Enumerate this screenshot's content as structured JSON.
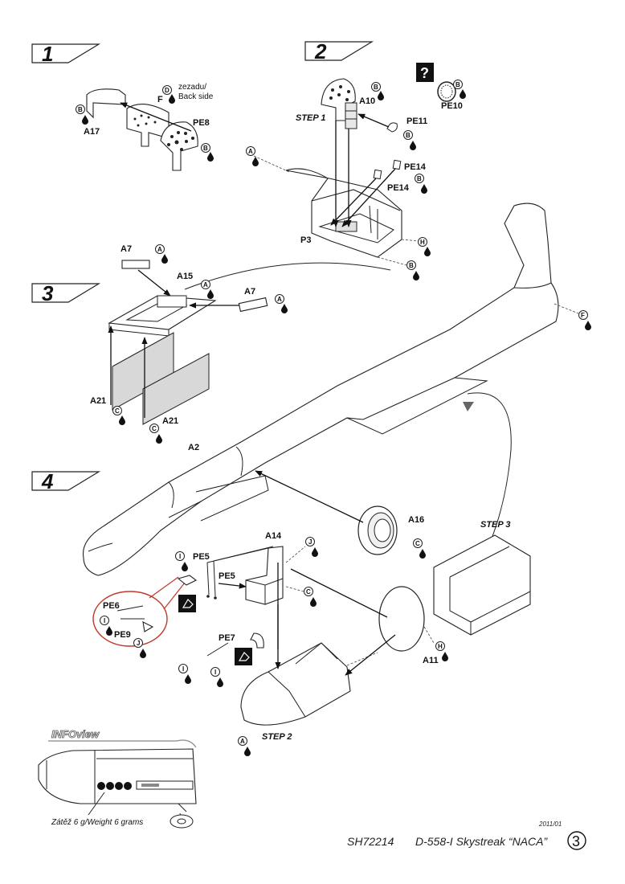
{
  "steps": [
    "1",
    "2",
    "3",
    "4"
  ],
  "step1": {
    "parts": [
      "A17",
      "PE8",
      "F"
    ],
    "note_cz": "zezadu/",
    "note_en": "Back side",
    "paint": [
      "B",
      "D",
      "B"
    ]
  },
  "step2": {
    "sub_step": "STEP 1",
    "parts": [
      "A10",
      "PE11",
      "PE10",
      "PE14",
      "PE14",
      "P3"
    ],
    "paint": [
      "B",
      "B",
      "B",
      "A",
      "B",
      "H",
      "B"
    ],
    "query_mark": "?"
  },
  "step3": {
    "parts": [
      "A7",
      "A15",
      "A7",
      "A21",
      "A21"
    ],
    "paint": [
      "A",
      "A",
      "A",
      "C",
      "C"
    ]
  },
  "step4": {
    "parts": [
      "A2",
      "A16",
      "A14",
      "PE5",
      "PE5",
      "PE6",
      "PE9",
      "PE7",
      "A11"
    ],
    "sub_steps": [
      "STEP 3",
      "STEP 2"
    ],
    "paint": [
      "F",
      "C",
      "J",
      "I",
      "C",
      "I",
      "J",
      "I",
      "H",
      "A"
    ]
  },
  "infoview": {
    "title": "INFOview",
    "caption": "Zátěž 6 g/Weight 6 grams"
  },
  "footer": {
    "code": "SH72214",
    "title": "D-558-I Skystreak “NACA”",
    "date": "2011/01",
    "page": "3"
  }
}
